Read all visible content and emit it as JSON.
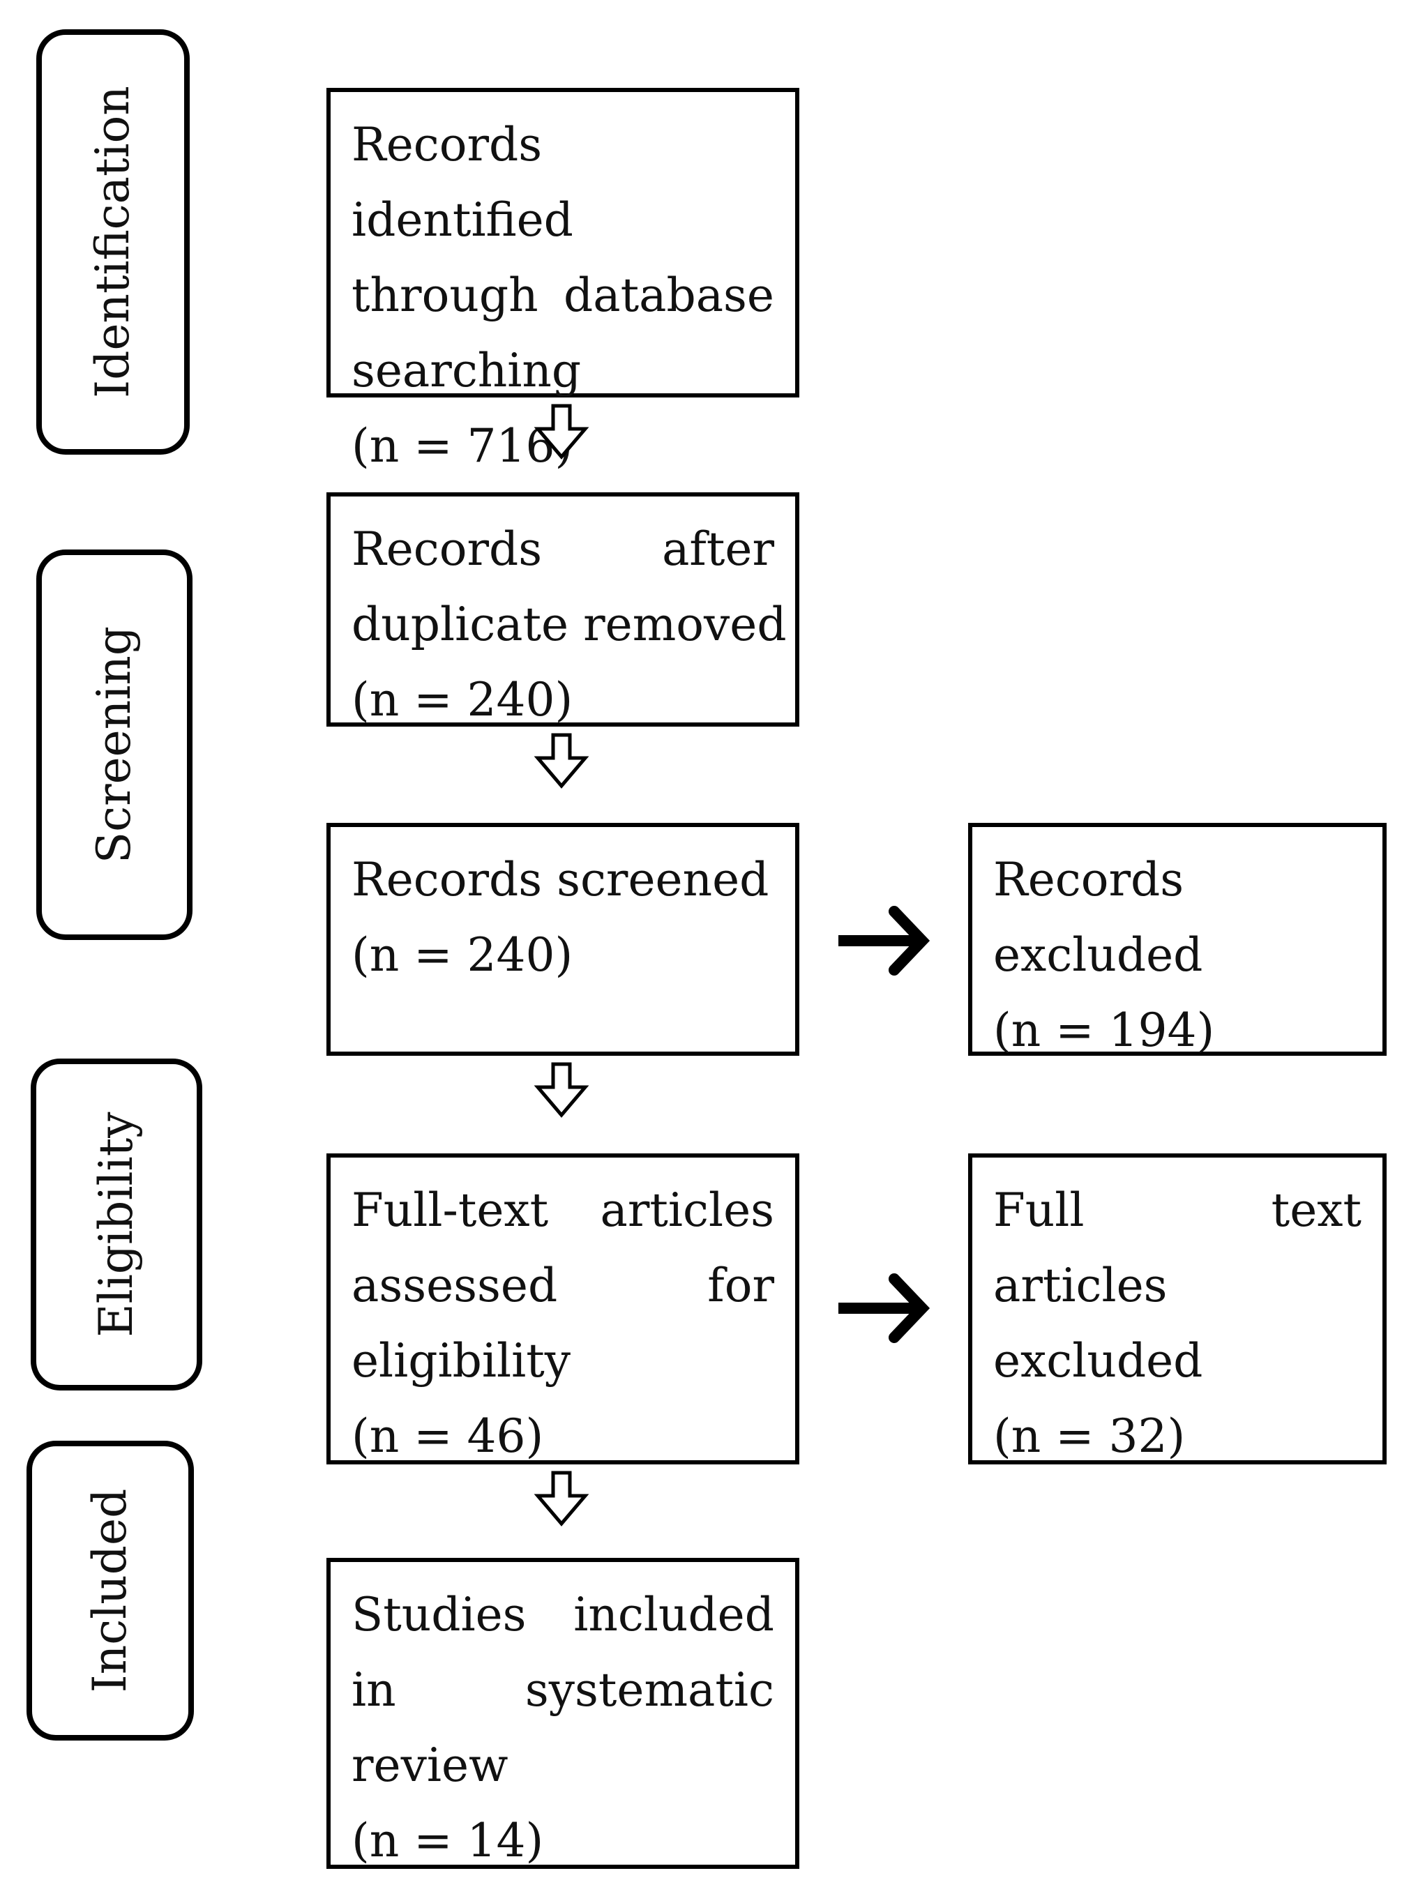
{
  "phases": {
    "identification": "Identification",
    "screening": "Screening",
    "eligibility": "Eligibility",
    "included": "Included"
  },
  "boxes": {
    "identified": {
      "line1": "Records identified",
      "line2": "through database",
      "line3": "searching",
      "count": "(n = 716)"
    },
    "after_duplicates": {
      "line1": "Records after",
      "line2": "duplicate removed",
      "count": "(n = 240)"
    },
    "screened": {
      "line1": "Records screened",
      "count": "(n = 240)"
    },
    "records_excluded": {
      "line1": "Records",
      "line2": "excluded",
      "count": "(n = 194)"
    },
    "full_text_assessed": {
      "line1": "Full-text articles",
      "line2": "assessed for",
      "line3": "eligibility",
      "count": "(n = 46)"
    },
    "full_text_excluded": {
      "line1": "Full text articles",
      "line2": "excluded",
      "count": "(n = 32)"
    },
    "included": {
      "line1": "Studies included",
      "line2": "in systematic",
      "line3": "review",
      "count": "(n = 14)"
    }
  }
}
